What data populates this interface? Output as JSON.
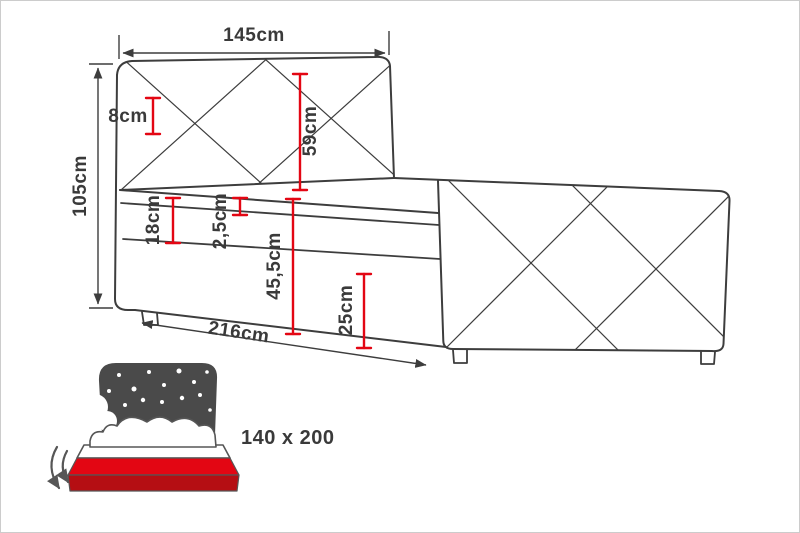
{
  "colors": {
    "line": "#3d3d3d",
    "text": "#3a3a3a",
    "accent_red": "#e30613",
    "icon_dark": "#4a4a4a",
    "icon_red_dark": "#b50e13",
    "border": "#cccccc",
    "background": "#ffffff"
  },
  "diagram": {
    "width_label": "145cm",
    "height_label": "105cm",
    "top_edge_label": "8cm",
    "headboard_label": "59cm",
    "mattress_label": "18cm",
    "topper_label": "2,5cm",
    "base_label": "45,5cm",
    "foot_label": "25cm",
    "length_label": "216cm"
  },
  "badge": {
    "size_label": "140 x 200"
  }
}
